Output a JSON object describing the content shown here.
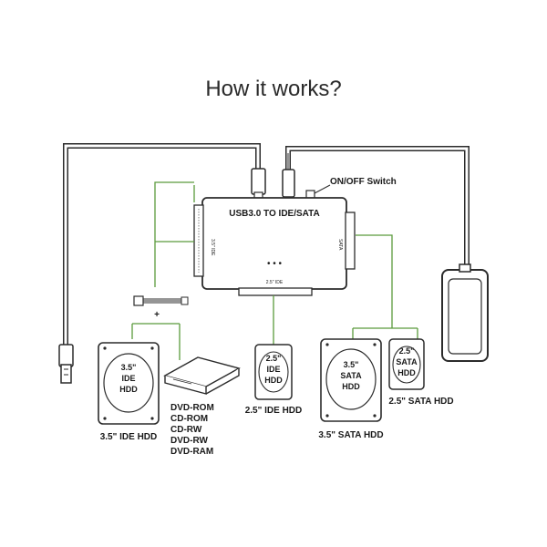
{
  "title": "How it works?",
  "colors": {
    "connector_line": "#5a9a3c",
    "device_outline": "#2b2b2b",
    "cable": "#2b2b2b"
  },
  "adapter": {
    "label": "USB3.0 TO IDE/SATA",
    "left_port_label": "3.5\" IDE",
    "right_port_label": "SATA",
    "bottom_port_label": "2.5\" IDE",
    "indicator_dots": "• • •"
  },
  "switch_label": "ON/OFF Switch",
  "power_cable_symbol": "+",
  "devices": {
    "ide_35": {
      "line1": "3.5\"",
      "line2": "IDE",
      "line3": "HDD",
      "caption": "3.5\" IDE HDD"
    },
    "optical": {
      "items": [
        "DVD-ROM",
        "CD-ROM",
        "CD-RW",
        "DVD-RW",
        "DVD-RAM"
      ]
    },
    "ide_25": {
      "line1": "2.5\"",
      "line2": "IDE",
      "line3": "HDD",
      "caption": "2.5\" IDE HDD"
    },
    "sata_35": {
      "line1": "3.5\"",
      "line2": "SATA",
      "line3": "HDD",
      "caption": "3.5\" SATA HDD"
    },
    "sata_25": {
      "line1": "2.5\"",
      "line2": "SATA",
      "line3": "HDD",
      "caption": "2.5\" SATA HDD"
    }
  }
}
